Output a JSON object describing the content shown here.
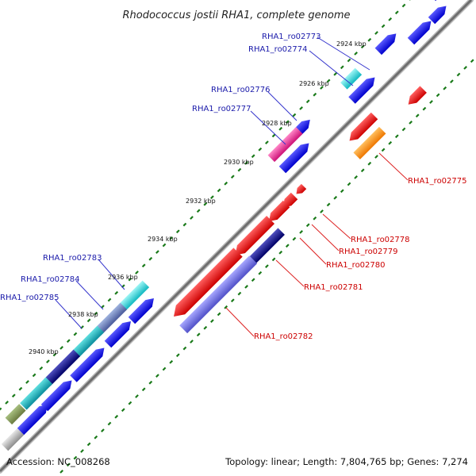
{
  "title": "Rhodococcus jostii RHA1, complete genome",
  "accession_text": "Accession: NC_008268",
  "topology_text": "Topology: linear; Length: 7,804,765 bp; Genes: 7,274",
  "colors": {
    "axis": "#808080",
    "forward_strand_label": "#1a1aaa",
    "reverse_strand_label": "#cc0000",
    "callout_line_forward": "#3333cc",
    "callout_line_reverse": "#dd2222",
    "tick_marks": "#1a7a1a",
    "gene_blue": "#0a0ae6",
    "gene_red": "#ee0000",
    "gene_cyan": "#11cccc",
    "gene_magenta": "#ee3399",
    "gene_orange": "#ff8800",
    "gene_slate": "#6a6ad8",
    "gene_navy": "#101080"
  },
  "scale_labels": [
    "2924 kbp",
    "2926 kbp",
    "2928 kbp",
    "2930 kbp",
    "2932 kbp",
    "2934 kbp",
    "2936 kbp",
    "2938 kbp",
    "2940 kbp"
  ],
  "forward_genes": [
    "RHA1_ro02773",
    "RHA1_ro02774",
    "RHA1_ro02776",
    "RHA1_ro02777",
    "RHA1_ro02783",
    "RHA1_ro02784",
    "RHA1_ro02785"
  ],
  "reverse_genes": [
    "RHA1_ro02775",
    "RHA1_ro02778",
    "RHA1_ro02779",
    "RHA1_ro02780",
    "RHA1_ro02781",
    "RHA1_ro02782"
  ]
}
